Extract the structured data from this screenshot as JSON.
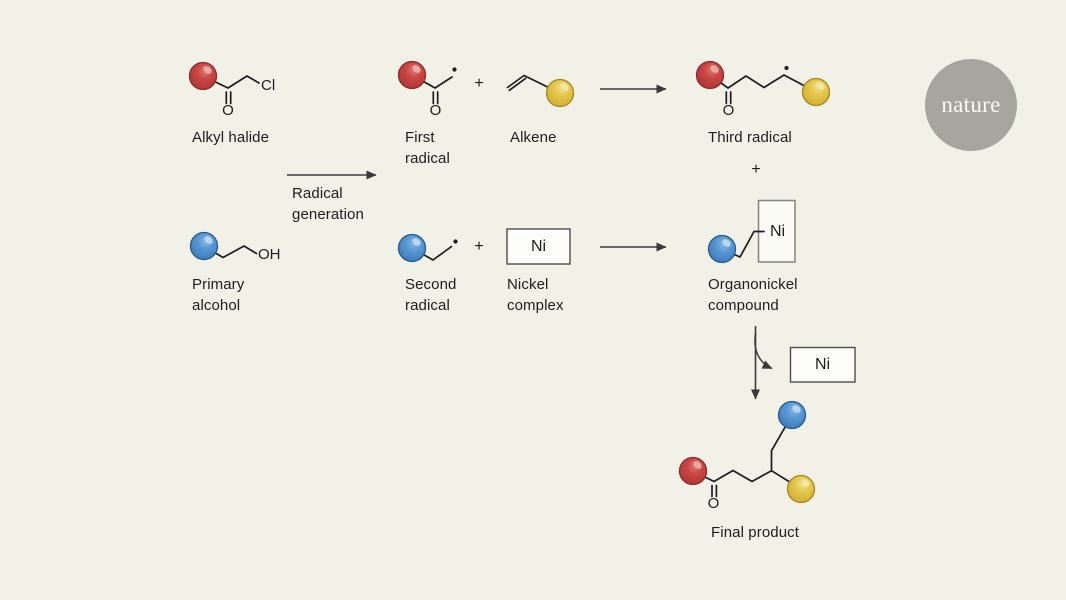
{
  "figure": {
    "molecule_labels": {
      "alkyl_halide": "Alkyl halide",
      "primary_alcohol": "Primary\nalcohol",
      "first_radical": "First\nradical",
      "alkene": "Alkene",
      "third_radical": "Third radical",
      "second_radical": "Second\nradical",
      "nickel_complex": "Nickel\ncomplex",
      "organonickel_compound": "Organonickel\ncompound",
      "final_product": "Final product"
    },
    "step_labels": {
      "radical_generation": "Radical\ngeneration"
    },
    "atom_labels": {
      "chlorine": "Cl",
      "oxygen": "O",
      "hydroxyl": "OH",
      "nickel": "Ni"
    },
    "operators": {
      "plus": "+"
    },
    "colors": {
      "background": "#f2f1e8",
      "bond": "#1c1c1c",
      "arrow": "#3a3a3a",
      "red_sphere": "#c23c3a",
      "blue_sphere": "#4d8fd1",
      "yellow_sphere": "#e2c443",
      "logo_circle": "#a8a49e",
      "logo_text": "#fbfaf4"
    }
  },
  "logo": {
    "wordmark": "nature"
  }
}
